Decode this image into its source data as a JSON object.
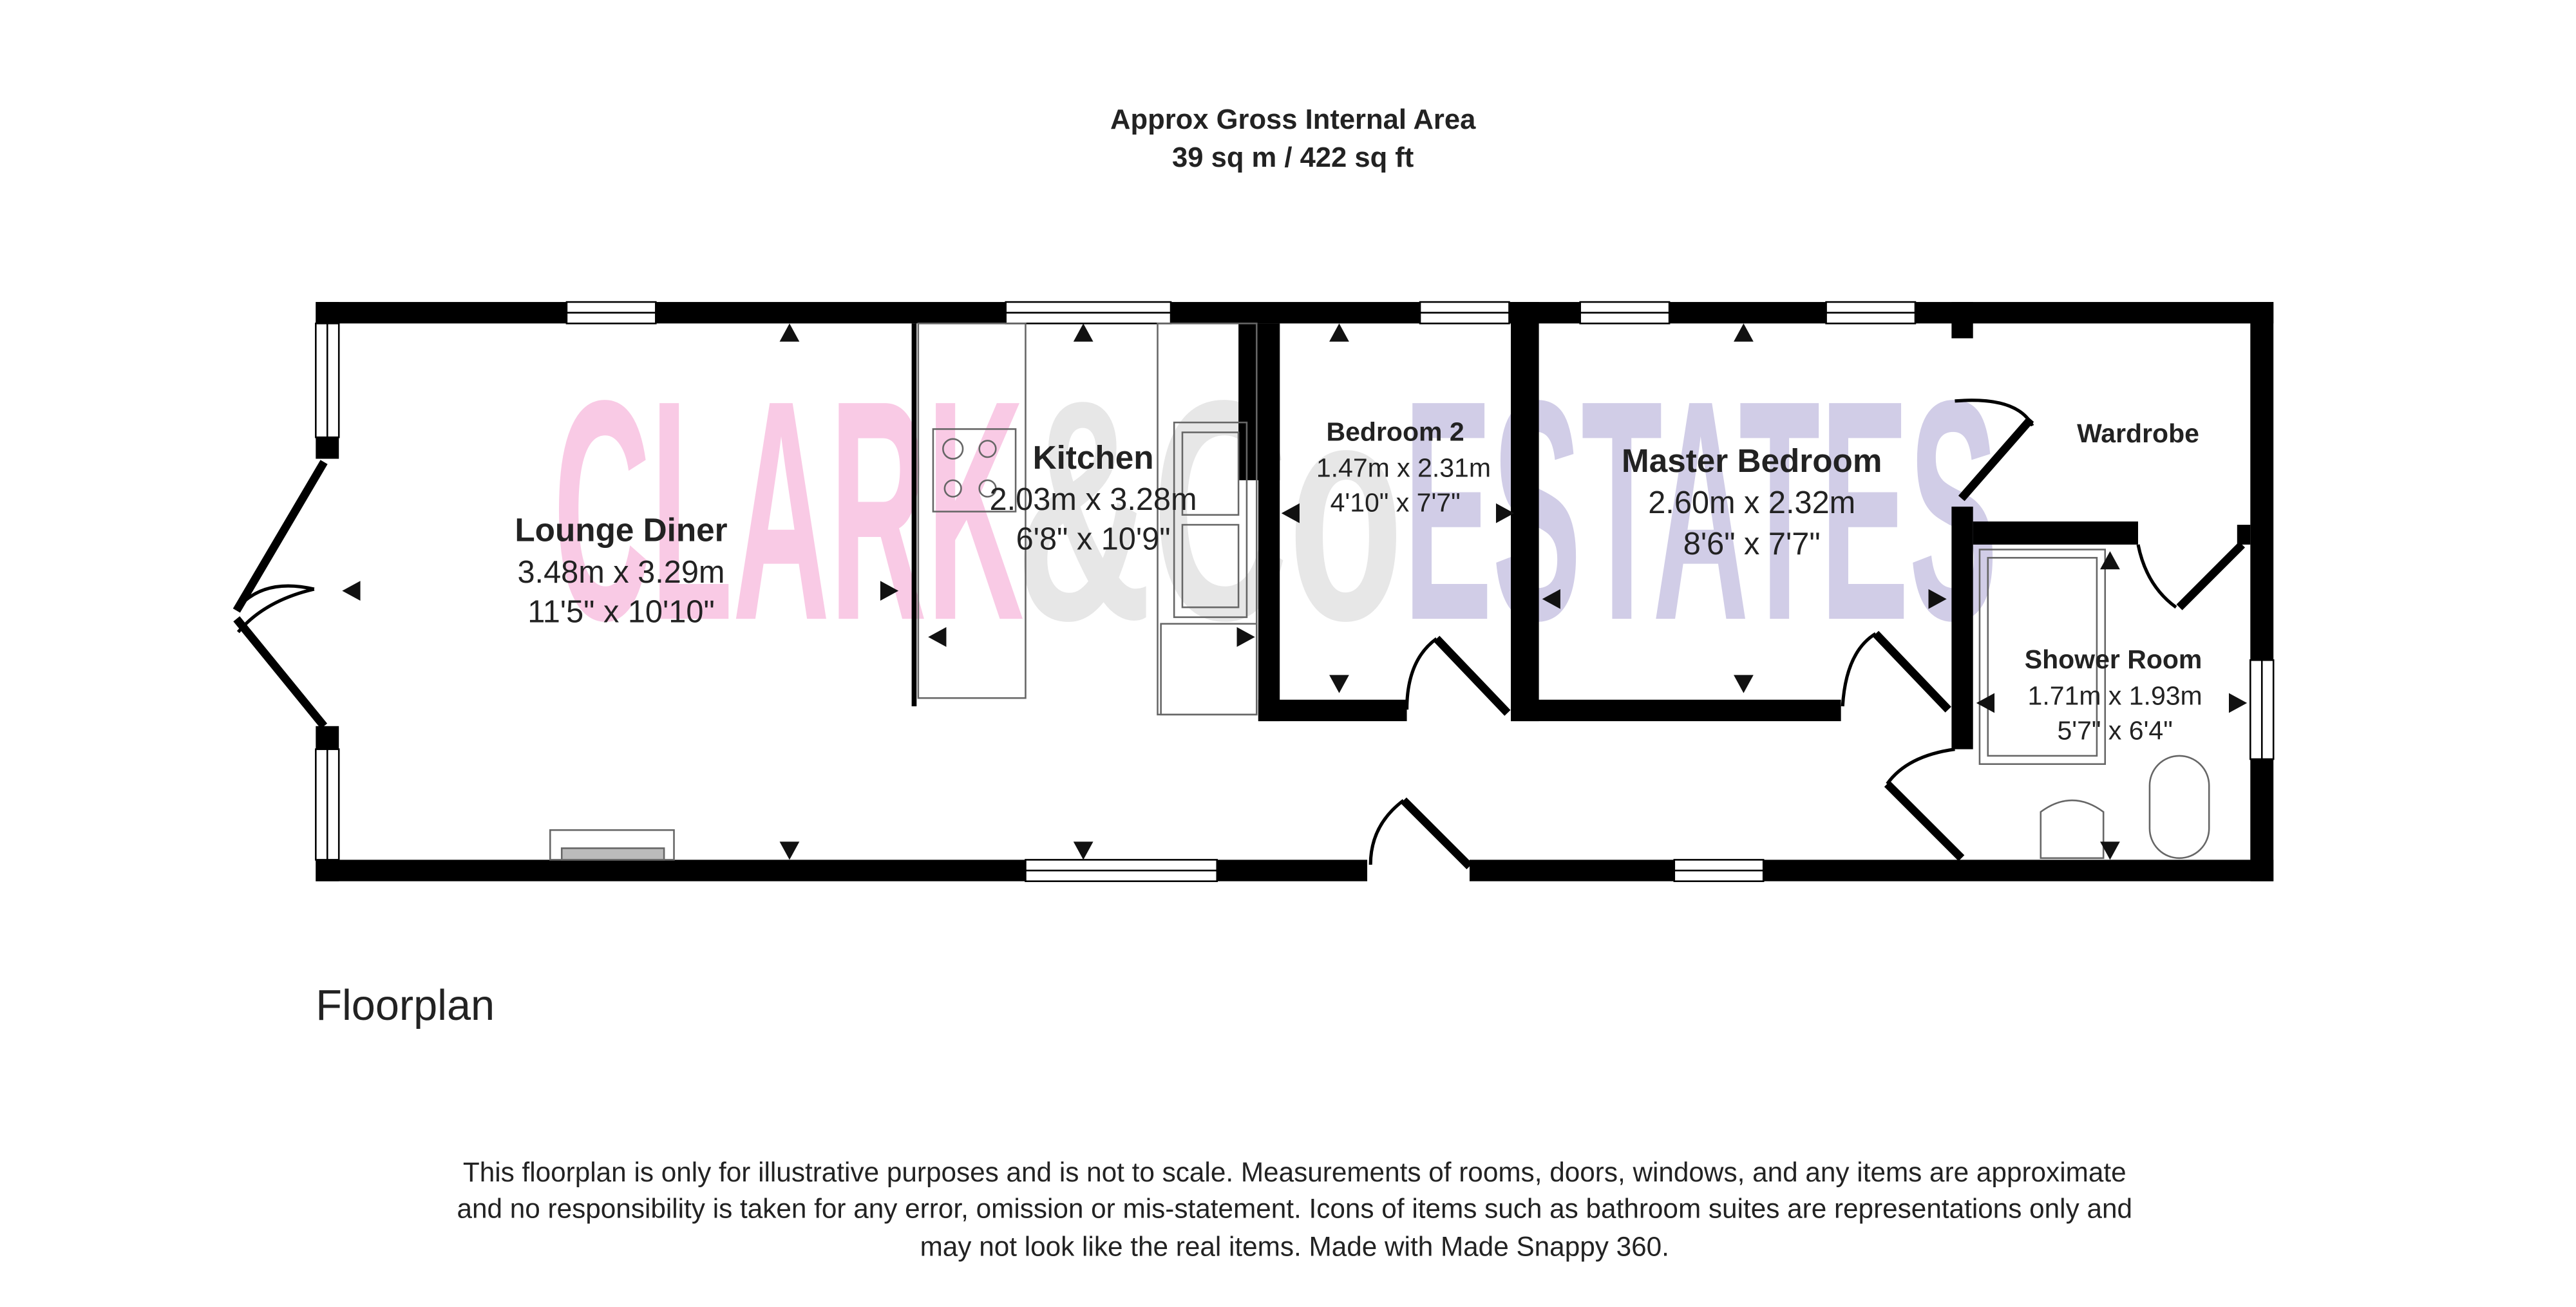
{
  "header": {
    "line1": "Approx Gross Internal Area",
    "line2": "39 sq m / 422 sq ft"
  },
  "watermark": {
    "part1": "CLARK",
    "part2": "&Co",
    "part3": "ESTATES",
    "colors": {
      "part1": "#f9c8e4",
      "part2": "#e6e6e6",
      "part3": "#cfcbe6"
    }
  },
  "rooms": [
    {
      "name": "Lounge Diner",
      "metric": "3.48m x 3.29m",
      "imperial": "11'5\" x 10'10\""
    },
    {
      "name": "Kitchen",
      "metric": "2.03m x 3.28m",
      "imperial": "6'8\" x 10'9\""
    },
    {
      "name": "Bedroom 2",
      "metric": "1.47m x 2.31m",
      "imperial": "4'10\" x 7'7\""
    },
    {
      "name": "Master Bedroom",
      "metric": "2.60m x 2.32m",
      "imperial": "8'6\" x 7'7\""
    },
    {
      "name": "Wardrobe"
    },
    {
      "name": "Shower Room",
      "metric": "1.71m x 1.93m",
      "imperial": "5'7\" x 6'4\""
    }
  ],
  "floor_label": "Floorplan",
  "disclaimer": [
    "This floorplan is only for illustrative purposes and is not to scale. Measurements of rooms, doors, windows, and any items are approximate",
    "and no responsibility is taken for any error, omission or mis-statement. Icons of items such as bathroom suites are representations only and",
    "may not look like the real items. Made with Made Snappy 360."
  ]
}
